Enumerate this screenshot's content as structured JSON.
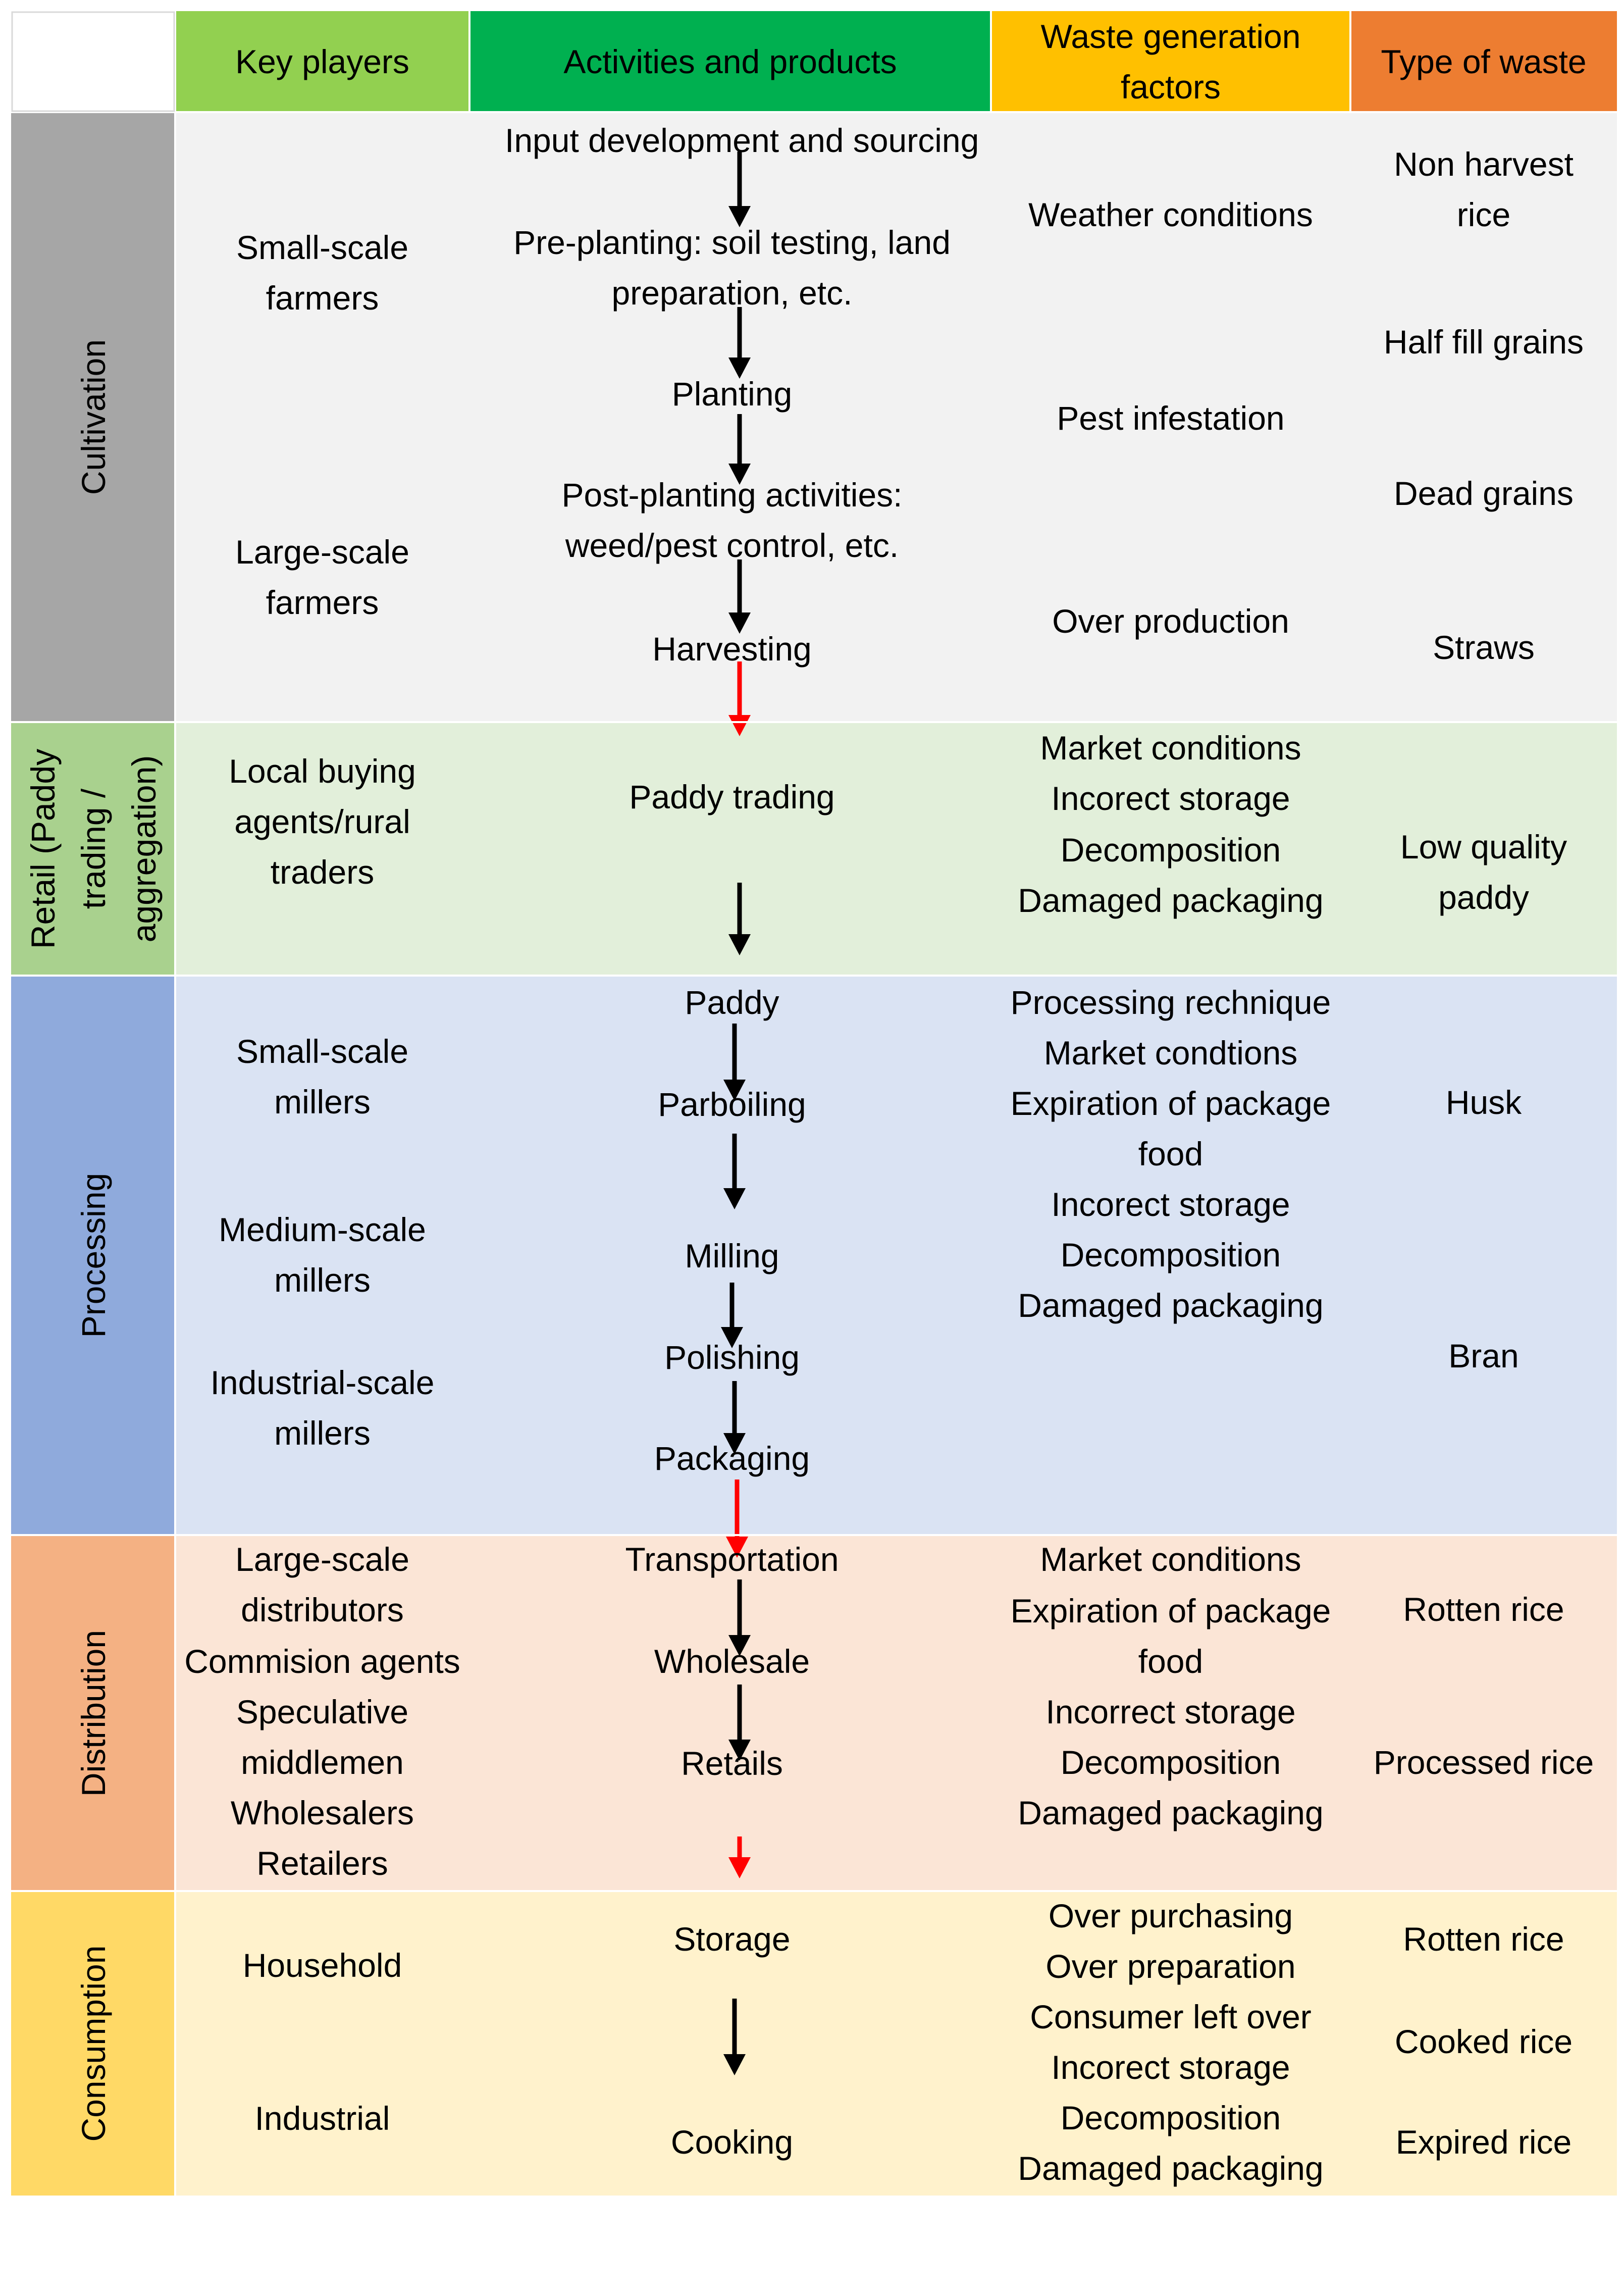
{
  "header": {
    "key_players": "Key players",
    "activities": "Activities and products",
    "waste_factors_line1": "Waste generation",
    "waste_factors_line2": "factors",
    "waste_type": "Type of waste"
  },
  "header_colors": {
    "corner": "#ffffff",
    "key_players": "#92D050",
    "activities": "#00B050",
    "waste_factors": "#FFC000",
    "waste_type": "#ED7D31"
  },
  "stages": [
    {
      "id": "cultivation",
      "label_lines": [
        "Cultivation"
      ],
      "label_color": "#A6A6A6",
      "bg_color": "#F2F2F2",
      "key_players": [
        [
          "Small-scale",
          "farmers"
        ],
        [
          "Large-scale",
          "farmers"
        ]
      ],
      "activities": [
        [
          "Input development and sourcing"
        ],
        [
          "Pre-planting: soil testing, land",
          "preparation, etc."
        ],
        [
          "Planting"
        ],
        [
          "Post-planting activities:",
          "weed/pest control, etc."
        ],
        [
          "Harvesting"
        ]
      ],
      "factors": [
        [
          "Weather conditions"
        ],
        [
          "Pest infestation"
        ],
        [
          "Over production"
        ]
      ],
      "waste": [
        [
          "Non harvest",
          "rice"
        ],
        [
          "Half fill grains"
        ],
        [
          "Dead grains"
        ],
        [
          "Straws"
        ]
      ]
    },
    {
      "id": "retail",
      "label_lines": [
        "Retail (Paddy",
        "trading /",
        "aggregation)"
      ],
      "label_color": "#A9D18E",
      "bg_color": "#E2EFDA",
      "key_players": [
        [
          "Local buying",
          "agents/rural",
          "traders"
        ]
      ],
      "activities": [
        [
          "Paddy trading"
        ]
      ],
      "factors": [
        [
          "Market conditions"
        ],
        [
          "Incorect storage"
        ],
        [
          "Decomposition"
        ],
        [
          "Damaged packaging"
        ]
      ],
      "waste": [
        [
          "Low quality",
          "paddy"
        ]
      ]
    },
    {
      "id": "processing",
      "label_lines": [
        "Processing"
      ],
      "label_color": "#8FAADC",
      "bg_color": "#DAE3F3",
      "key_players": [
        [
          "Small-scale",
          "millers"
        ],
        [
          "Medium-scale",
          "millers"
        ],
        [
          "Industrial-scale",
          "millers"
        ]
      ],
      "activities": [
        [
          "Paddy"
        ],
        [
          "Parboiling"
        ],
        [
          "Milling"
        ],
        [
          "Polishing"
        ],
        [
          "Packaging"
        ]
      ],
      "factors": [
        [
          "Processing rechnique"
        ],
        [
          "Market condtions"
        ],
        [
          "Expiration of package",
          "food"
        ],
        [
          "Incorect storage"
        ],
        [
          "Decomposition"
        ],
        [
          "Damaged packaging"
        ]
      ],
      "waste": [
        [
          "Husk"
        ],
        [
          "Bran"
        ]
      ]
    },
    {
      "id": "distribution",
      "label_lines": [
        "Distribution"
      ],
      "label_color": "#F4B183",
      "bg_color": "#FBE5D6",
      "key_players": [
        [
          "Large-scale",
          "distributors"
        ],
        [
          "Commision agents"
        ],
        [
          "Speculative",
          "middlemen"
        ],
        [
          "Wholesalers"
        ],
        [
          "Retailers"
        ]
      ],
      "activities": [
        [
          "Transportation"
        ],
        [
          "Wholesale"
        ],
        [
          "Retails"
        ]
      ],
      "factors": [
        [
          "Market conditions"
        ],
        [
          "Expiration of package",
          "food"
        ],
        [
          "Incorrect storage"
        ],
        [
          "Decomposition"
        ],
        [
          "Damaged packaging"
        ]
      ],
      "waste": [
        [
          "Rotten rice"
        ],
        [
          "Processed rice"
        ]
      ]
    },
    {
      "id": "consumption",
      "label_lines": [
        "Consumption"
      ],
      "label_color": "#FFD966",
      "bg_color": "#FFF2CC",
      "key_players": [
        [
          "Household"
        ],
        [
          "Industrial"
        ]
      ],
      "activities": [
        [
          "Storage"
        ],
        [
          "Cooking"
        ]
      ],
      "factors": [
        [
          "Over purchasing"
        ],
        [
          "Over preparation"
        ],
        [
          "Consumer left over"
        ],
        [
          "Incorect storage"
        ],
        [
          "Decomposition"
        ],
        [
          "Damaged packaging"
        ]
      ],
      "waste": [
        [
          "Rotten rice"
        ],
        [
          "Cooked rice"
        ],
        [
          "Expired rice"
        ]
      ]
    }
  ],
  "arrows": [
    {
      "color": "black"
    },
    {
      "color": "black"
    },
    {
      "color": "black"
    },
    {
      "color": "black"
    },
    {
      "color": "red"
    },
    {
      "color": "black"
    },
    {
      "color": "black"
    },
    {
      "color": "black"
    },
    {
      "color": "black"
    },
    {
      "color": "black"
    },
    {
      "color": "red"
    },
    {
      "color": "black"
    },
    {
      "color": "black"
    },
    {
      "color": "red"
    },
    {
      "color": "black"
    }
  ],
  "arrow_colors": {
    "black": "#000000",
    "red": "#FF0000"
  }
}
